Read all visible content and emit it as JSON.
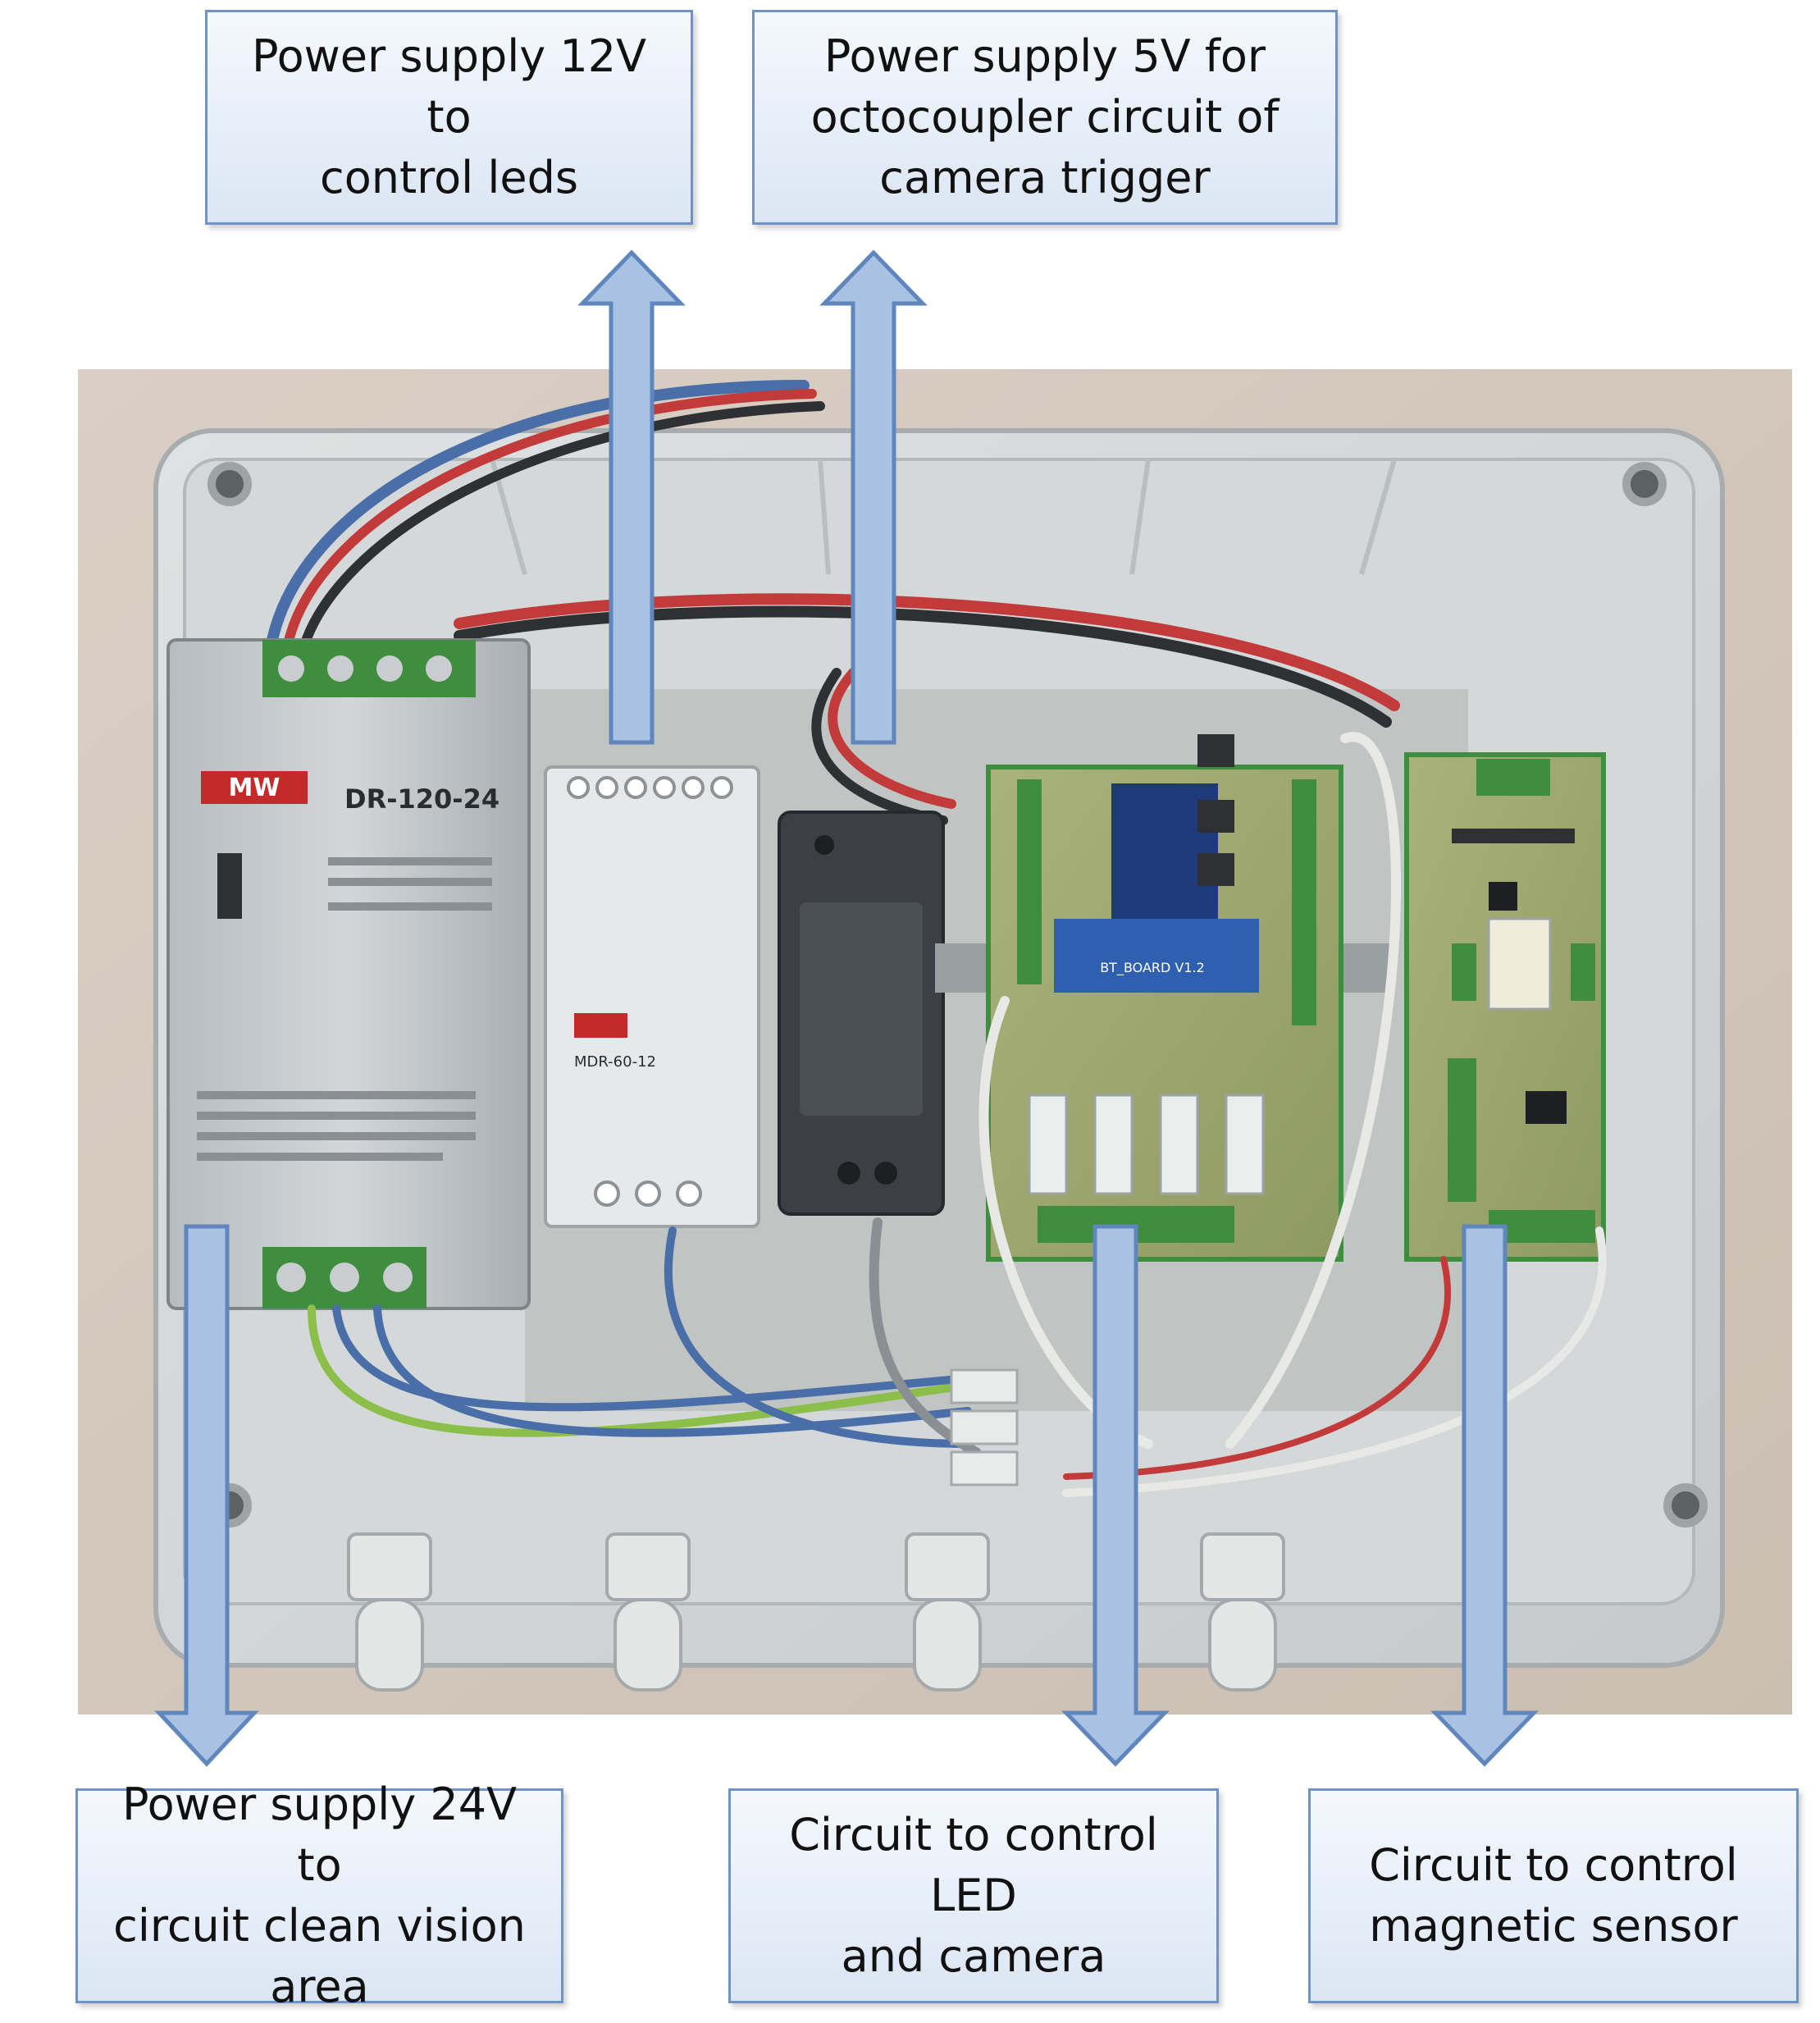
{
  "labels": {
    "psu_12v": [
      "Power supply 12V to",
      "control leds"
    ],
    "psu_5v": [
      "Power supply 5V for",
      "octocoupler circuit of",
      "camera trigger"
    ],
    "psu_24v": [
      "Power supply 24V to",
      "circuit clean vision",
      "area"
    ],
    "circuit_led": [
      "Circuit to control LED",
      "and camera"
    ],
    "circuit_magnetic": [
      "Circuit to control",
      "magnetic sensor"
    ]
  },
  "device_markings": {
    "psu_main_model": "DR-120-24",
    "psu_main_brand": "MW",
    "psu_small_model": "MDR-60-12",
    "board_label": "BT_BOARD V1.2"
  },
  "colors": {
    "box_border": "#6f93c4",
    "box_fill": "#dbe6f4",
    "arrow_fill": "#a9c1e2",
    "arrow_stroke": "#5f86bd"
  }
}
